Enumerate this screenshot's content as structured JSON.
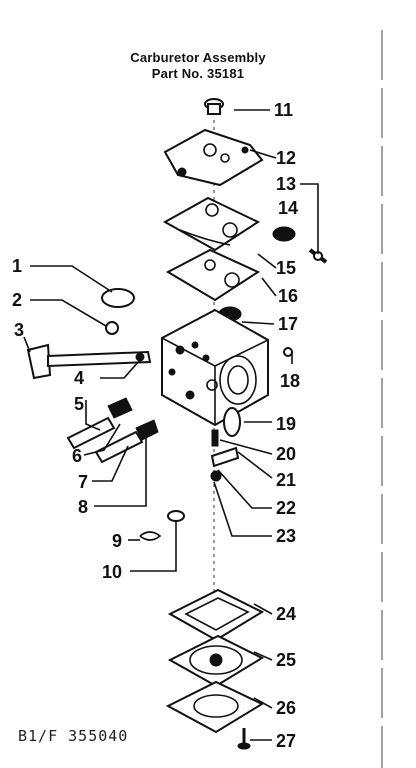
{
  "title": {
    "line1": "Carburetor Assembly",
    "line2": "Part No. 35181"
  },
  "drawing_code": "B1/F  355040",
  "callouts": [
    "1",
    "2",
    "3",
    "4",
    "5",
    "6",
    "7",
    "8",
    "9",
    "10",
    "11",
    "12",
    "13",
    "14",
    "15",
    "16",
    "17",
    "18",
    "19",
    "20",
    "21",
    "22",
    "23",
    "24",
    "25",
    "26",
    "27"
  ]
}
